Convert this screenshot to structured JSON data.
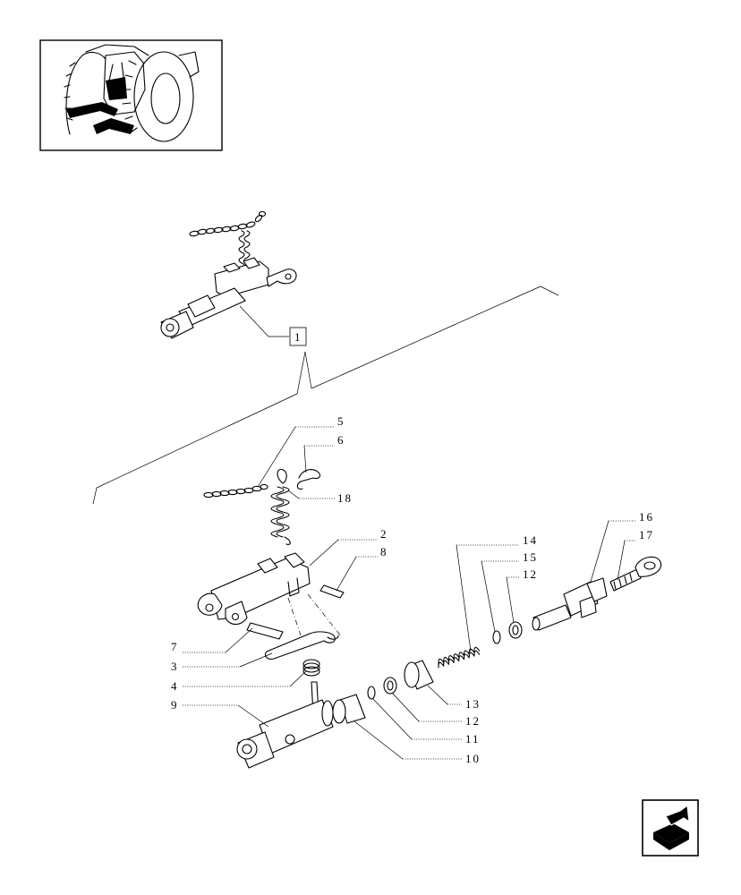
{
  "assembly_label": "1",
  "callouts": {
    "c5": "5",
    "c6": "6",
    "c18": "18",
    "c2": "2",
    "c8": "8",
    "c7": "7",
    "c3": "3",
    "c4": "4",
    "c9": "9",
    "c14": "14",
    "c15": "15",
    "c12a": "12",
    "c16": "16",
    "c17": "17",
    "c13": "13",
    "c12b": "12",
    "c11": "11",
    "c10": "10"
  },
  "icons": {
    "thumbnail": "tractor-rear-thumbnail",
    "navigation": "next-page-arrow-icon"
  }
}
